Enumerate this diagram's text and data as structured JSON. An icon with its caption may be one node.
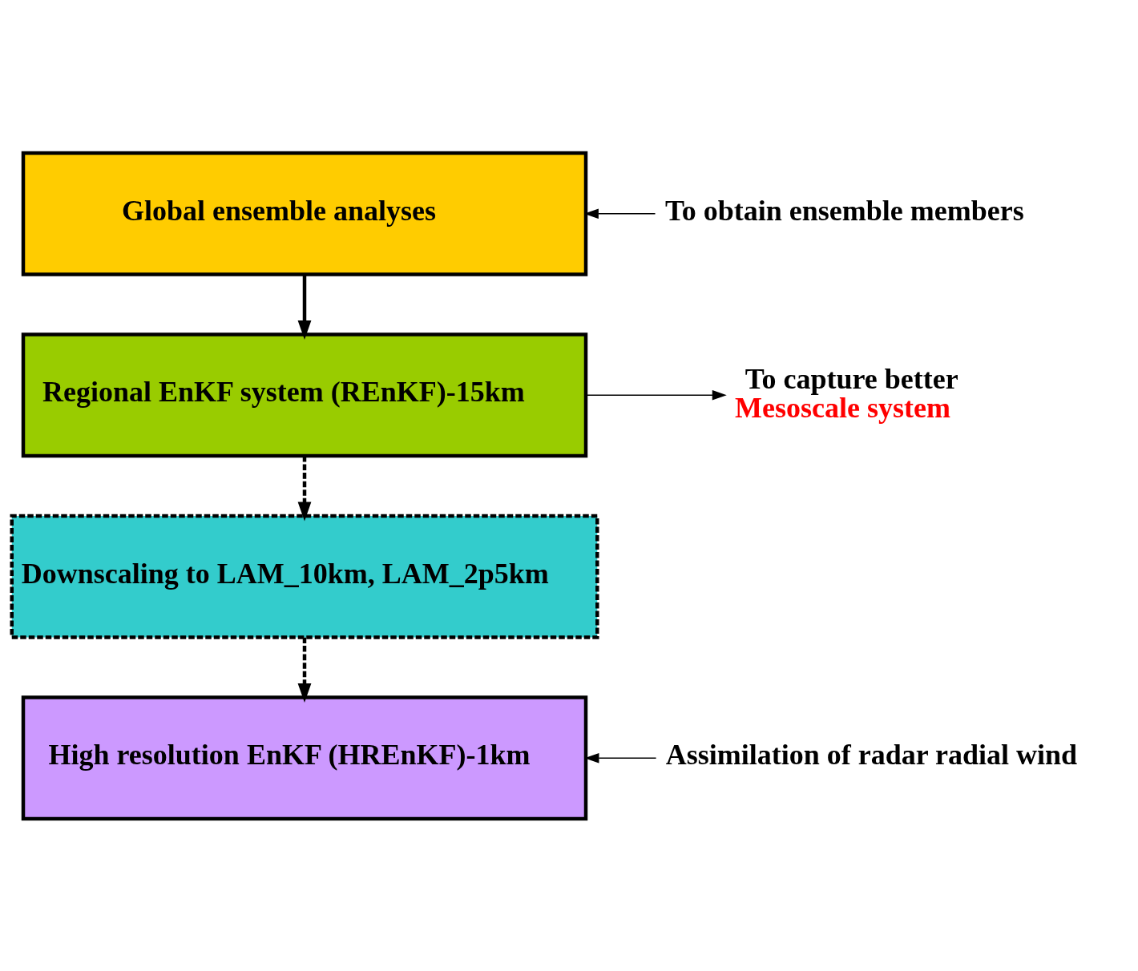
{
  "diagram": {
    "nodes": [
      {
        "text": [
          "Global ensemble analyses"
        ]
      },
      {
        "text": [
          "Regional EnKF system (REnKF)-15km"
        ]
      },
      {
        "text": [
          "Downscaling to LAM_10km, LAM_2p5km"
        ]
      },
      {
        "text": [
          "High resolution EnKF (HREnKF)-1km"
        ]
      },
      {
        "text": [
          "To obtain ensemble members"
        ]
      },
      {
        "text": [
          "To capture better",
          "Mesoscale system"
        ]
      },
      {
        "text": [
          "Assimilation of radar radial wind"
        ]
      }
    ],
    "edges": [
      {
        "from": 0,
        "to": 1,
        "arrow": "to",
        "style": "thick"
      },
      {
        "from": 1,
        "to": 2,
        "arrow": "to",
        "style": "dashed"
      },
      {
        "from": 2,
        "to": 3,
        "arrow": "to",
        "style": "dashed"
      },
      {
        "from": 4,
        "to": 0,
        "arrow": "to"
      },
      {
        "from": 1,
        "to": 5,
        "arrow": "to"
      },
      {
        "from": 6,
        "to": 3,
        "arrow": "to"
      }
    ]
  }
}
